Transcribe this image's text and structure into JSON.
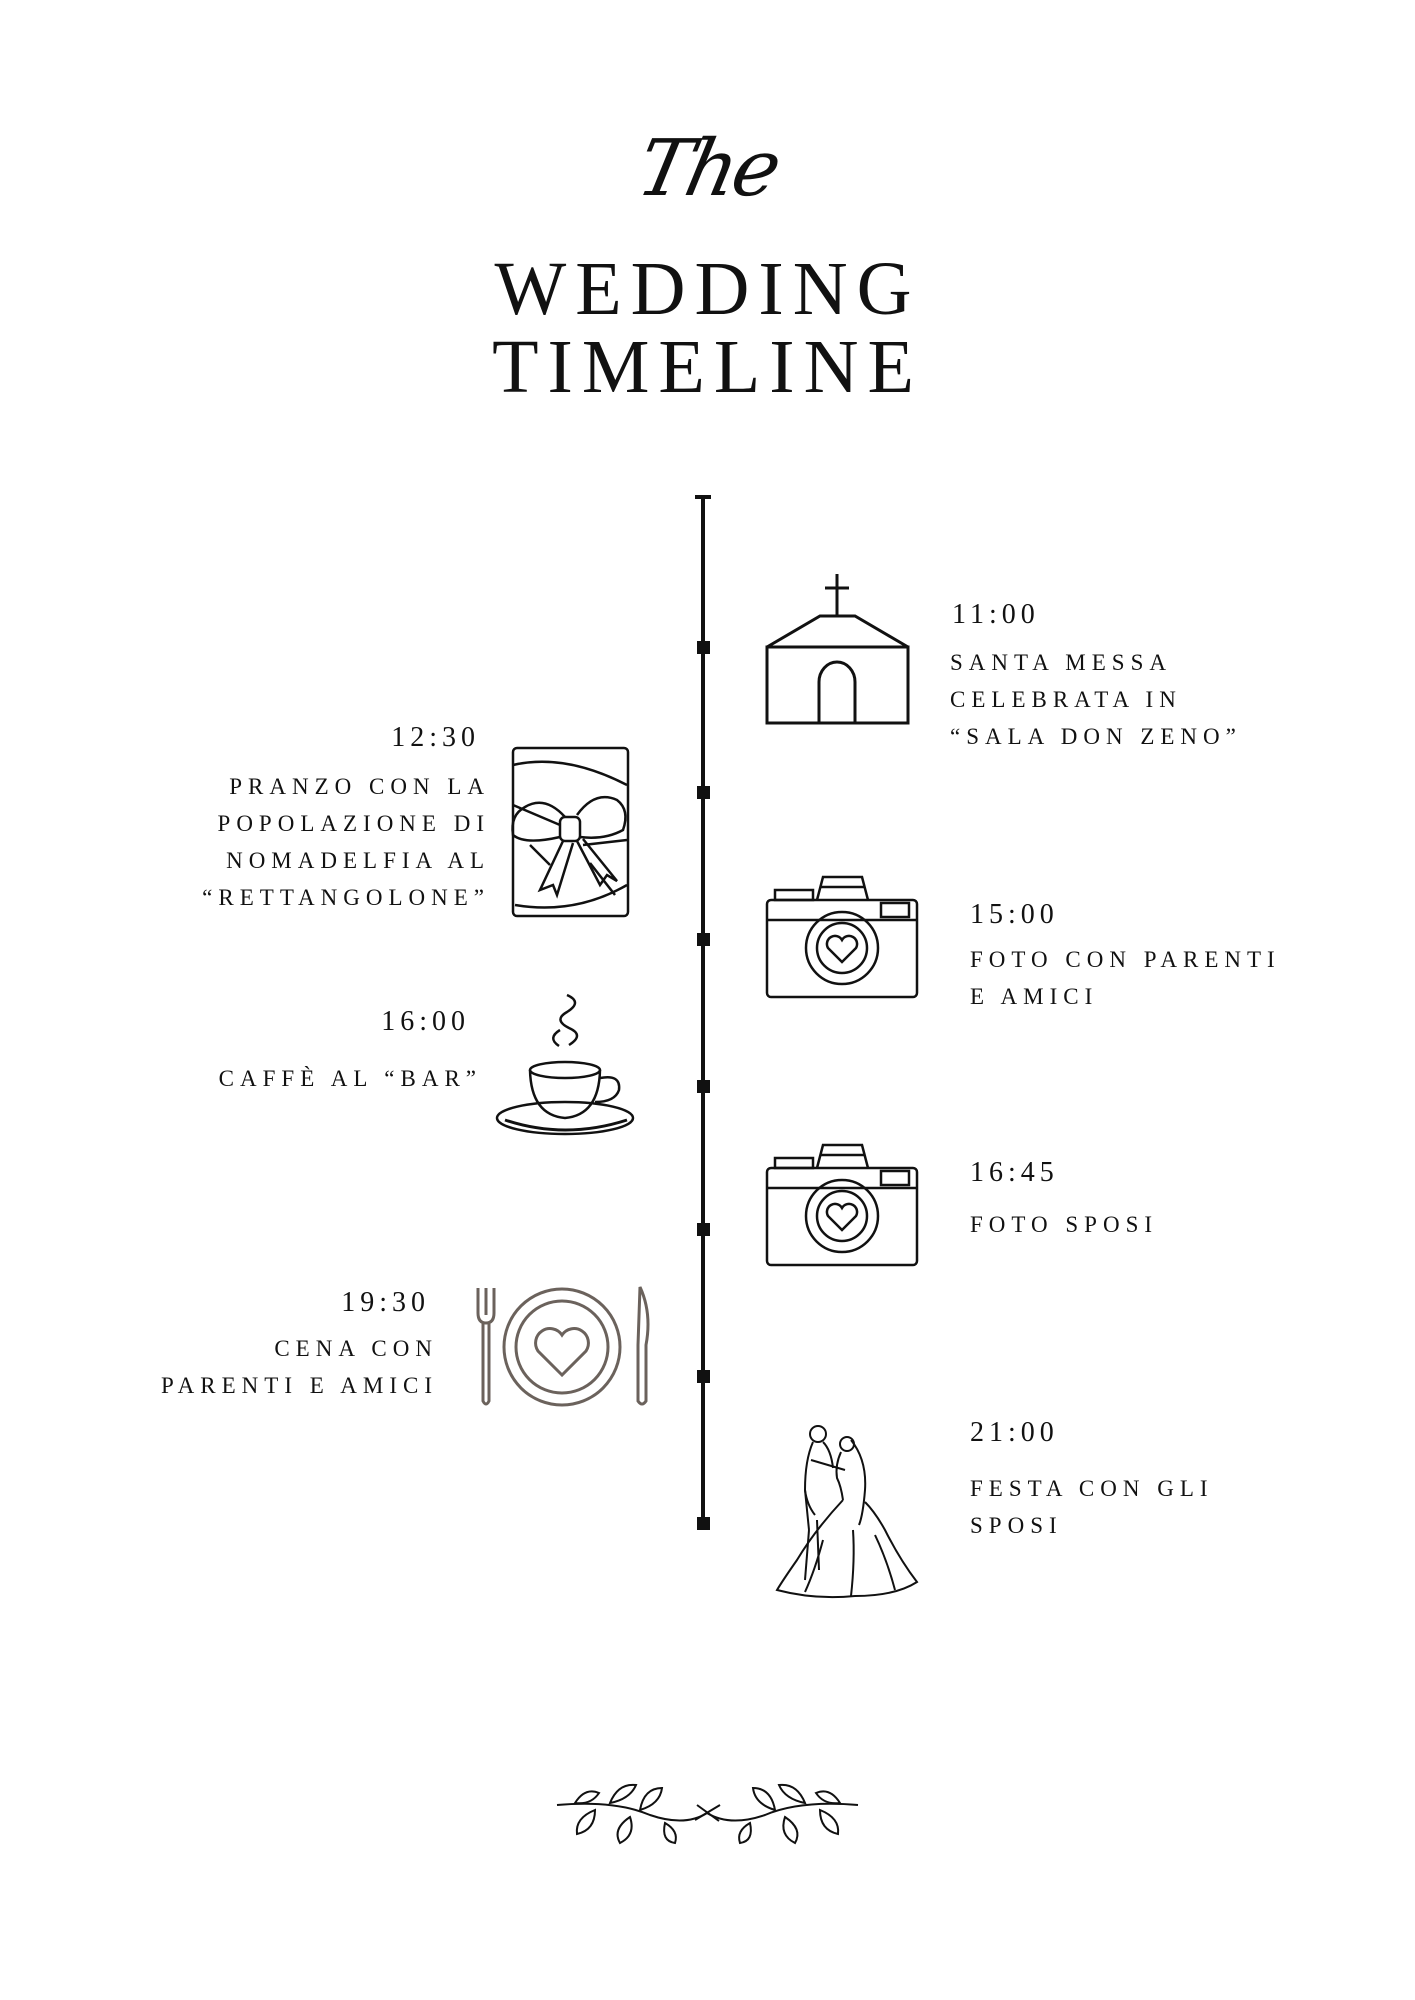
{
  "header": {
    "script_word": "The",
    "title_line1": "WEDDING",
    "title_line2": "TIMELINE"
  },
  "events": [
    {
      "id": "messa",
      "time": "11:00",
      "lines": [
        "SANTA MESSA",
        "CELEBRATA IN",
        "“SALA DON ZENO”"
      ],
      "icon": "church-icon"
    },
    {
      "id": "pranzo",
      "time": "12:30",
      "lines": [
        "PRANZO CON LA",
        "POPOLAZIONE DI",
        "NOMADELFIA AL",
        "“RETTANGOLONE”"
      ],
      "icon": "gift-icon"
    },
    {
      "id": "foto-parenti",
      "time": "15:00",
      "lines": [
        "FOTO CON PARENTI",
        "E AMICI"
      ],
      "icon": "camera-icon"
    },
    {
      "id": "caffe",
      "time": "16:00",
      "lines": [
        "CAFFÈ AL “BAR”"
      ],
      "icon": "coffee-cup-icon"
    },
    {
      "id": "foto-sposi",
      "time": "16:45",
      "lines": [
        "FOTO SPOSI"
      ],
      "icon": "camera-icon"
    },
    {
      "id": "cena",
      "time": "19:30",
      "lines": [
        "CENA CON",
        "PARENTI E AMICI"
      ],
      "icon": "dinner-plate-icon"
    },
    {
      "id": "festa",
      "time": "21:00",
      "lines": [
        "FESTA CON GLI",
        "SPOSI"
      ],
      "icon": "dancing-couple-icon"
    }
  ],
  "colors": {
    "ink": "#111111",
    "plate": "#6b625c"
  }
}
